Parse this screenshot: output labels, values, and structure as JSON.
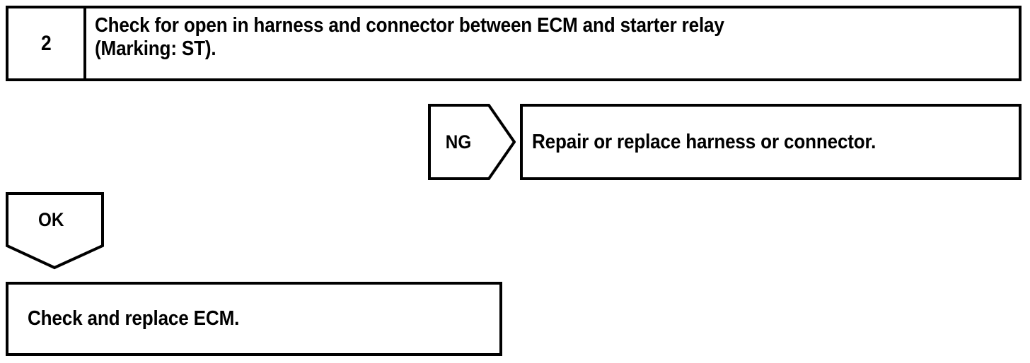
{
  "document": {
    "type": "diagnostic-flowchart",
    "background_color": "#ffffff",
    "line_color": "#000000"
  },
  "step": {
    "number": "2",
    "title_line1": "Check for open in harness and connector between ECM and starter relay",
    "title_line2": "(Marking: ST)."
  },
  "branches": {
    "ng": {
      "label": "NG",
      "arrow_direction": "right",
      "result_text": "Repair or replace harness or connector."
    },
    "ok": {
      "label": "OK",
      "arrow_direction": "down",
      "result_text": "Check and replace ECM."
    }
  }
}
